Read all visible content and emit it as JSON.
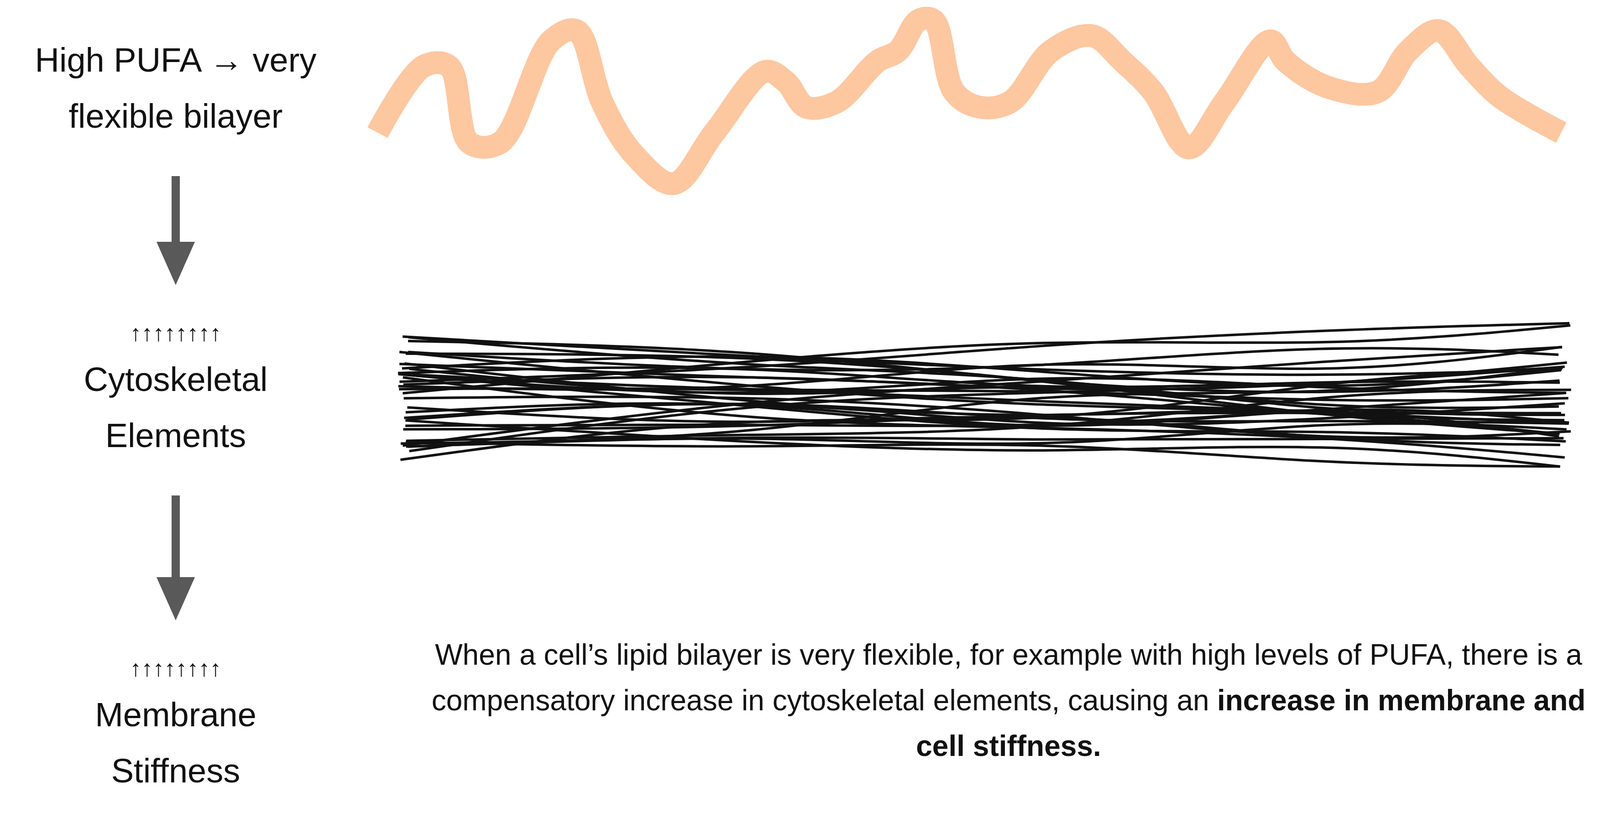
{
  "diagram": {
    "nodes": [
      {
        "text": [
          "High PUFA → very flexible bilayer"
        ]
      },
      {
        "text": [
          "↑↑↑↑↑↑↑↑",
          "Cytoskeletal Elements"
        ]
      },
      {
        "text": [
          "↑↑↑↑↑↑↑↑",
          "Membrane Stiffness"
        ]
      }
    ],
    "edges": [
      {
        "from": 0,
        "to": 1,
        "arrow": "to"
      },
      {
        "from": 1,
        "to": 2,
        "arrow": "to"
      }
    ],
    "labels": [
      "When a cell’s lipid bilayer is very flexible, for example with high levels of PUFA, there is a compensatory increase in cytoskeletal elements, causing an",
      "increase in membrane and cell stiffness."
    ]
  }
}
